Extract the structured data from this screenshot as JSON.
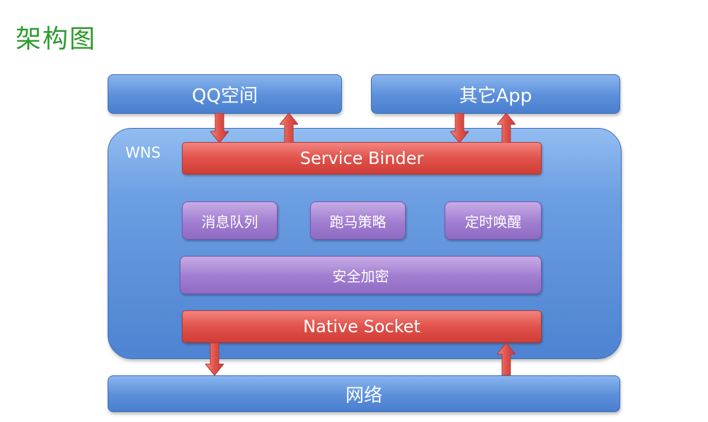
{
  "title": "架构图",
  "top_boxes": {
    "qzone": "QQ空间",
    "other_app": "其它App"
  },
  "wns": {
    "label": "WNS",
    "service_binder": "Service Binder",
    "modules": {
      "message_queue": "消息队列",
      "speed_strategy": "跑马策略",
      "timed_wakeup": "定时唤醒"
    },
    "security": "安全加密",
    "native_socket": "Native Socket"
  },
  "network": "网络",
  "colors": {
    "title_green": "#2f9a2f",
    "blue_box": "#5b8fda",
    "red_box": "#e0524b",
    "purple_box": "#a07dd0",
    "arrow_red": "#e0524b"
  }
}
